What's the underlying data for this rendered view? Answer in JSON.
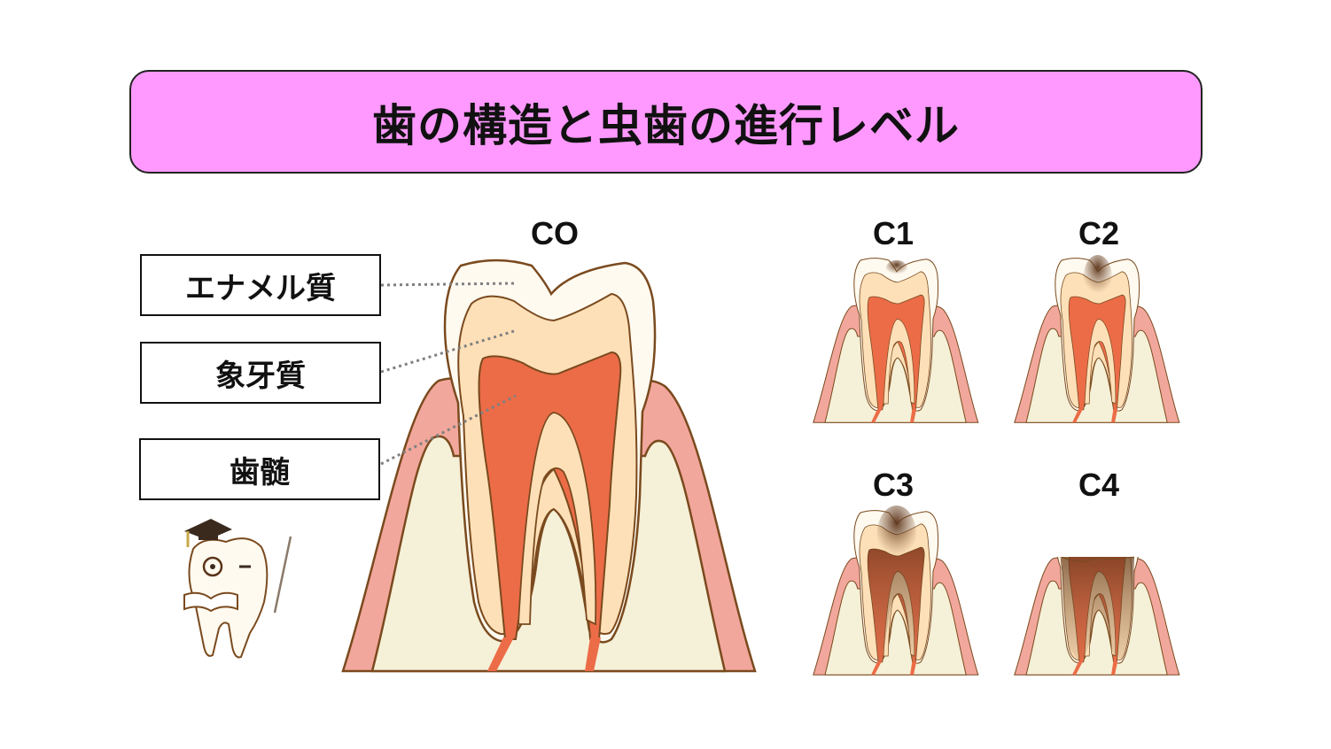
{
  "title": "歯の構造と虫歯の進行レベル",
  "labels": {
    "enamel": "エナメル質",
    "dentin": "象牙質",
    "pulp": "歯髄"
  },
  "stages": [
    "CO",
    "C1",
    "C2",
    "C3",
    "C4"
  ],
  "colors": {
    "title_bg": "#ff99ff",
    "gum": "#f2a79c",
    "bone": "#f5f0d8",
    "enamel": "#fefaf0",
    "dentin": "#fde0b8",
    "pulp": "#ec6c48",
    "outline": "#7a4a1e",
    "decay": "#6b3f22"
  }
}
